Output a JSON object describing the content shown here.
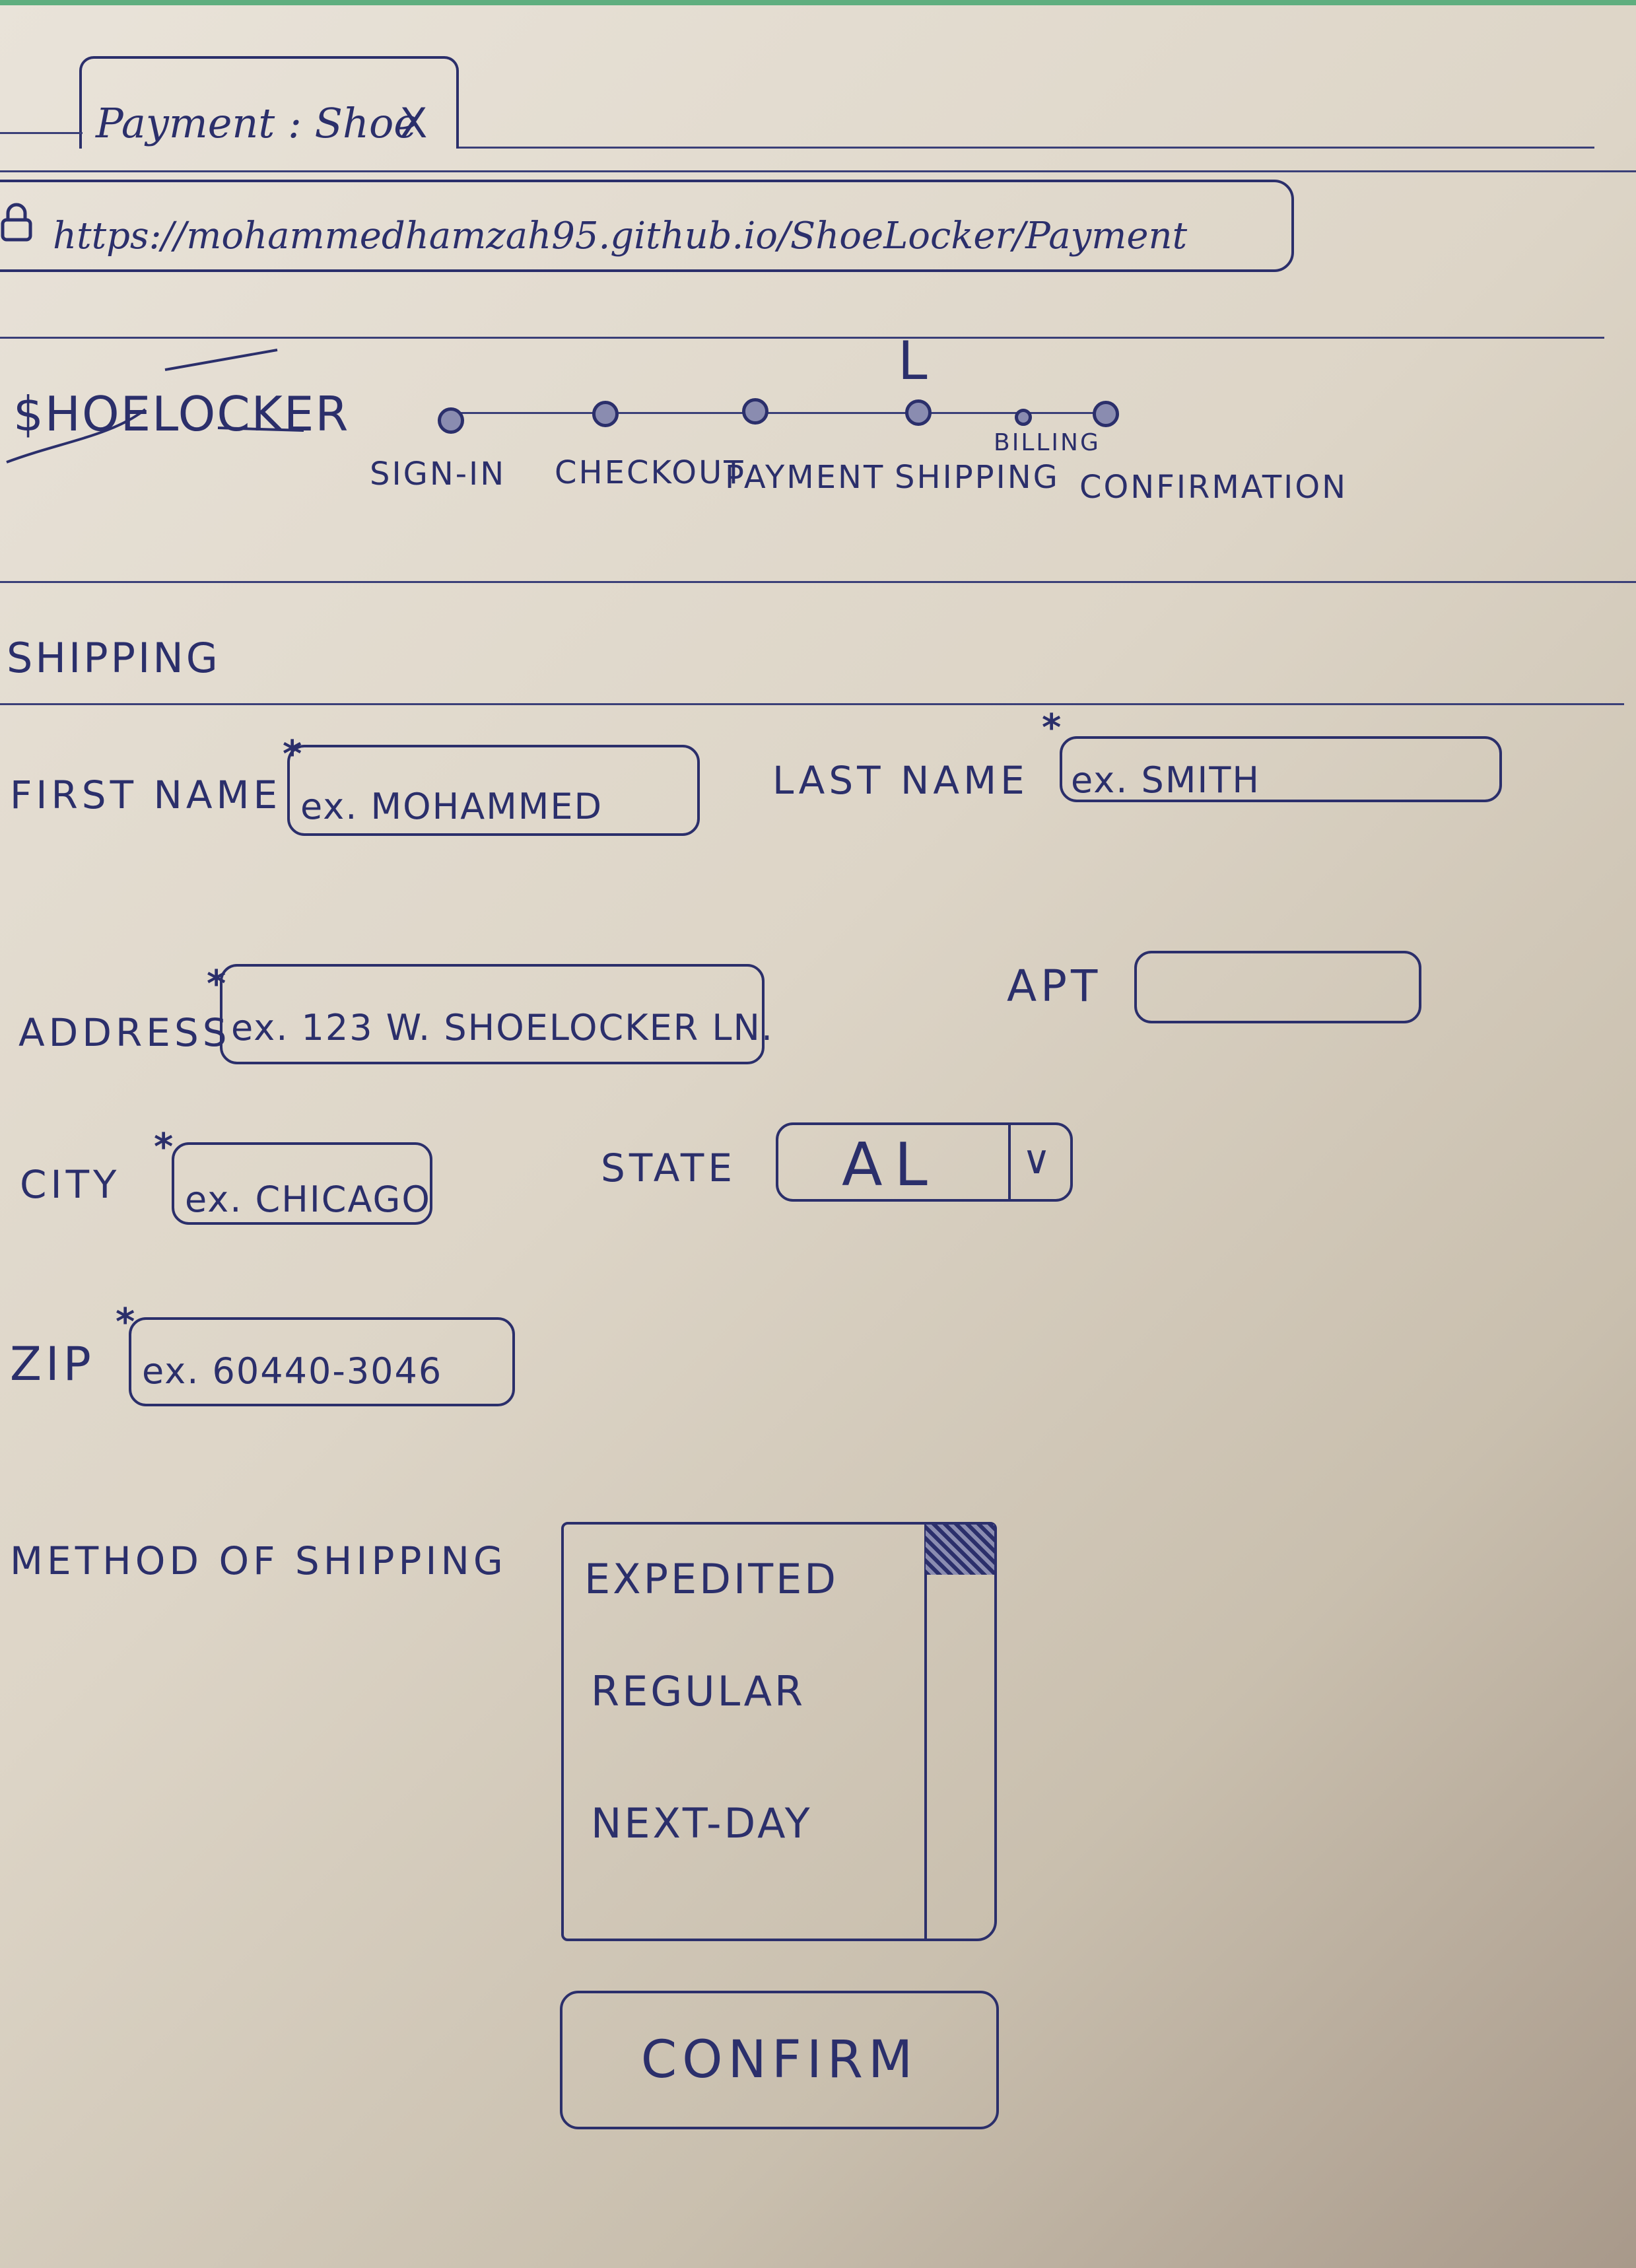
{
  "browser": {
    "tab_title": "Payment : Shoe",
    "tab_close": "X",
    "url": "https://mohammedhamzah95.github.io/ShoeLocker/Payment"
  },
  "brand": {
    "logo": "$HOELOCKER"
  },
  "progress": {
    "steps": [
      "SIGN-IN",
      "CHECKOUT",
      "PAYMENT",
      "SHIPPING",
      "BILLING",
      "CONFIRMATION"
    ],
    "current_marker": "L"
  },
  "section": {
    "title": "SHIPPING"
  },
  "form": {
    "first_name": {
      "label": "FIRST NAME",
      "placeholder": "ex. MOHAMMED",
      "required": "*"
    },
    "last_name": {
      "label": "LAST NAME",
      "placeholder": "ex. SMITH",
      "required": "*"
    },
    "address": {
      "label": "ADDRESS",
      "placeholder": "ex. 123 W. SHOELOCKER LN.",
      "required": "*"
    },
    "apt": {
      "label": "APT",
      "placeholder": ""
    },
    "city": {
      "label": "CITY",
      "placeholder": "ex. CHICAGO",
      "required": "*"
    },
    "state": {
      "label": "STATE",
      "value": "AL",
      "arrow": "∨"
    },
    "zip": {
      "label": "ZIP",
      "placeholder": "ex. 60440-3046",
      "required": "*"
    },
    "shipping_method": {
      "label": "METHOD OF SHIPPING",
      "options": [
        "EXPEDITED",
        "REGULAR",
        "NEXT-DAY"
      ]
    }
  },
  "actions": {
    "confirm": "CONFIRM"
  },
  "colors": {
    "ink": "#2b2f6b",
    "paper": "#e2dbcf",
    "background_top": "#5fae7f"
  }
}
